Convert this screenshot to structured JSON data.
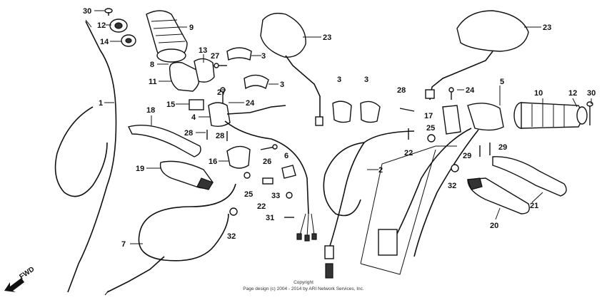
{
  "fwd_label": "FWD",
  "copyright": {
    "line1": "Copyright",
    "line2": "Page design (c) 2004 - 2014 by ARI Network Services, Inc."
  },
  "callouts": [
    {
      "id": "c30a",
      "label": "30"
    },
    {
      "id": "c12a",
      "label": "12"
    },
    {
      "id": "c14",
      "label": "14"
    },
    {
      "id": "c9",
      "label": "9"
    },
    {
      "id": "c8",
      "label": "8"
    },
    {
      "id": "c13",
      "label": "13"
    },
    {
      "id": "c27a",
      "label": "27"
    },
    {
      "id": "c3a",
      "label": "3"
    },
    {
      "id": "c11",
      "label": "11"
    },
    {
      "id": "c27b",
      "label": "27"
    },
    {
      "id": "c3b",
      "label": "3"
    },
    {
      "id": "c23a",
      "label": "23"
    },
    {
      "id": "c1",
      "label": "1"
    },
    {
      "id": "c15",
      "label": "15"
    },
    {
      "id": "c24a",
      "label": "24"
    },
    {
      "id": "c4",
      "label": "4"
    },
    {
      "id": "c18",
      "label": "18"
    },
    {
      "id": "c28a",
      "label": "28"
    },
    {
      "id": "c28b",
      "label": "28"
    },
    {
      "id": "c16",
      "label": "16"
    },
    {
      "id": "c19",
      "label": "19"
    },
    {
      "id": "c26",
      "label": "26"
    },
    {
      "id": "c6",
      "label": "6"
    },
    {
      "id": "c25a",
      "label": "25"
    },
    {
      "id": "c22a",
      "label": "22"
    },
    {
      "id": "c33",
      "label": "33"
    },
    {
      "id": "c31",
      "label": "31"
    },
    {
      "id": "c32a",
      "label": "32"
    },
    {
      "id": "c7",
      "label": "7"
    },
    {
      "id": "c3c",
      "label": "3"
    },
    {
      "id": "c3d",
      "label": "3"
    },
    {
      "id": "c28c",
      "label": "28"
    },
    {
      "id": "c24b",
      "label": "24"
    },
    {
      "id": "c5",
      "label": "5"
    },
    {
      "id": "c17",
      "label": "17"
    },
    {
      "id": "c25b",
      "label": "25"
    },
    {
      "id": "c22b",
      "label": "22"
    },
    {
      "id": "c2",
      "label": "2"
    },
    {
      "id": "c23b",
      "label": "23"
    },
    {
      "id": "c10",
      "label": "10"
    },
    {
      "id": "c12b",
      "label": "12"
    },
    {
      "id": "c30b",
      "label": "30"
    },
    {
      "id": "c29a",
      "label": "29"
    },
    {
      "id": "c29b",
      "label": "29"
    },
    {
      "id": "c32b",
      "label": "32"
    },
    {
      "id": "c21",
      "label": "21"
    },
    {
      "id": "c20",
      "label": "20"
    }
  ]
}
